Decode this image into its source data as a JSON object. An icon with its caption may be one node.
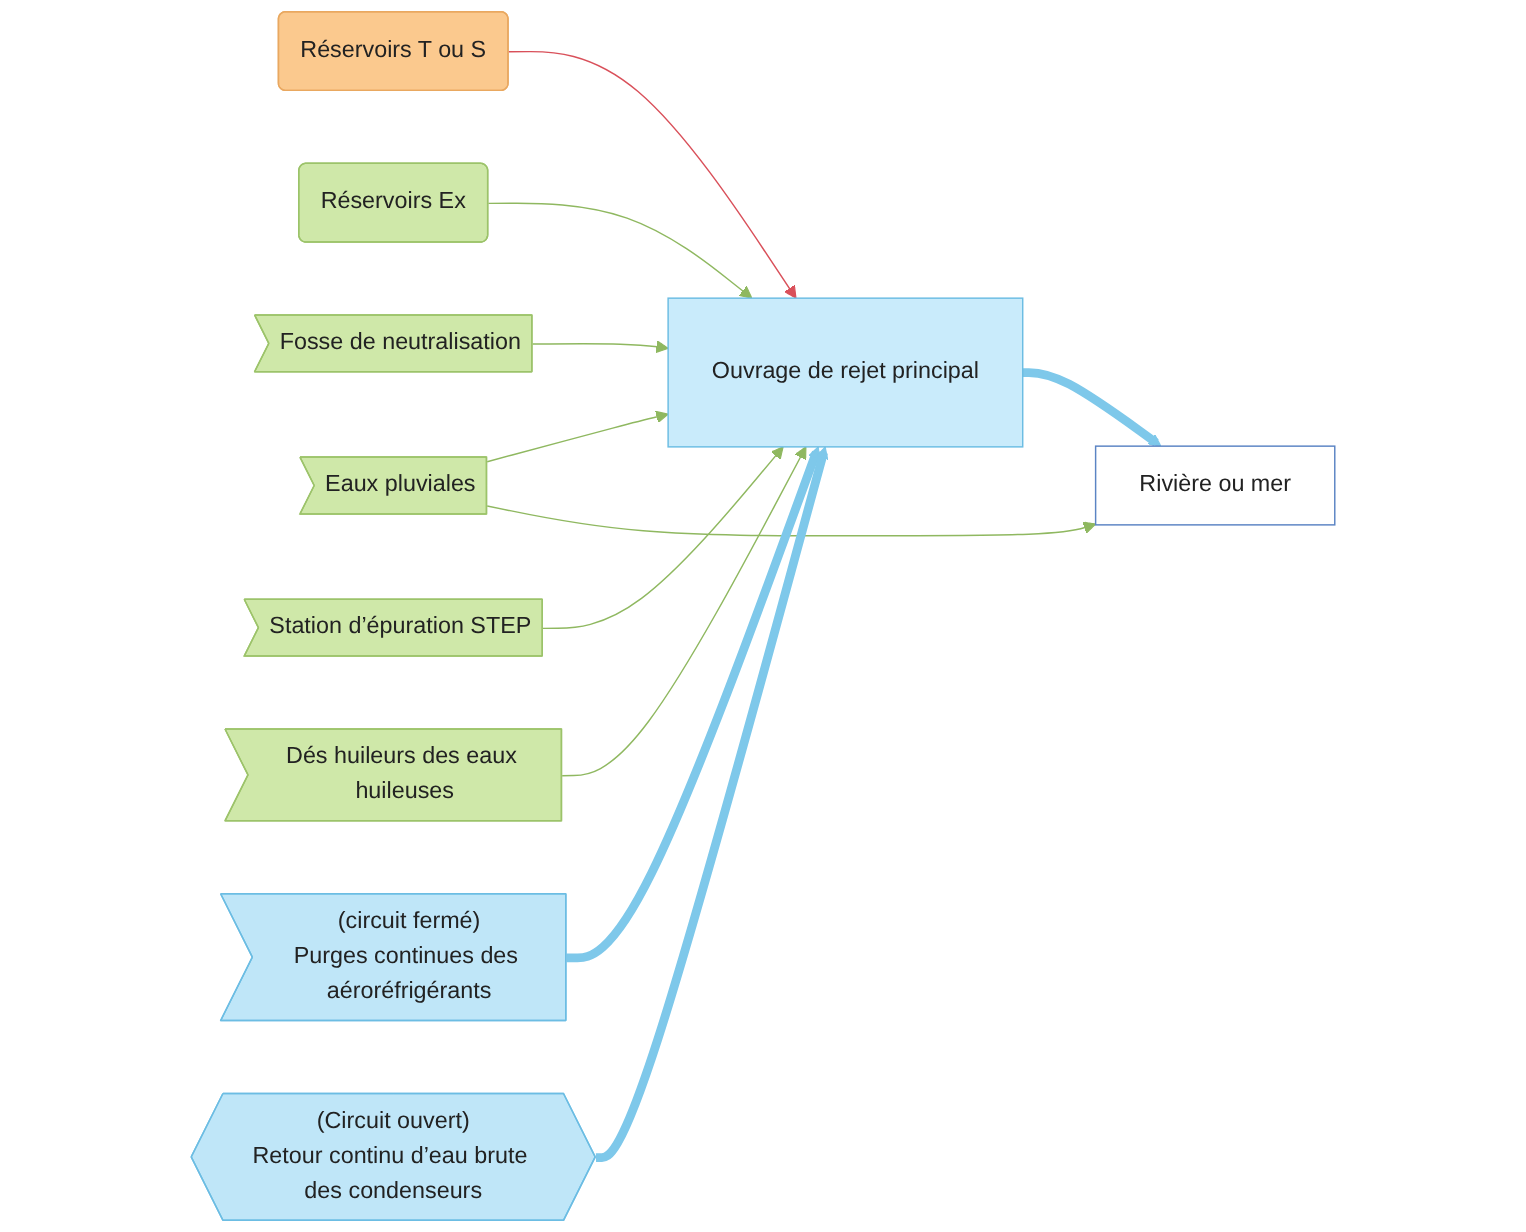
{
  "diagram": {
    "nodes": [
      {
        "text": [
          "Réservoirs T ou S"
        ]
      },
      {
        "text": [
          "Réservoirs Ex"
        ]
      },
      {
        "text": [
          "Fosse de neutralisation"
        ]
      },
      {
        "text": [
          "Station d’épuration STEP"
        ]
      },
      {
        "text": [
          "Dés huileurs des eaux huileuses"
        ]
      },
      {
        "text": [
          "Eaux pluviales"
        ]
      },
      {
        "text": [
          "(circuit fermé)",
          "Purges continues des aéroréfrigérants"
        ]
      },
      {
        "text": [
          "(Circuit ouvert)",
          "Retour continu d’eau brute des condenseurs"
        ]
      },
      {
        "text": [
          "Ouvrage de rejet principal"
        ]
      },
      {
        "text": [
          "Rivière ou mer"
        ]
      }
    ],
    "edges": [
      {
        "from": 0,
        "to": 8,
        "arrow": "to",
        "color": "#d9505a"
      },
      {
        "from": 1,
        "to": 8,
        "arrow": "to"
      },
      {
        "from": 2,
        "to": 8,
        "arrow": "to"
      },
      {
        "from": 3,
        "to": 8,
        "arrow": "to"
      },
      {
        "from": 4,
        "to": 8,
        "arrow": "to"
      },
      {
        "from": 5,
        "to": 8,
        "arrow": "to"
      },
      {
        "from": 5,
        "to": 9,
        "arrow": "to"
      },
      {
        "from": 6,
        "to": 8,
        "arrow": "to",
        "style": "thick",
        "color": "#7ec8ea"
      },
      {
        "from": 7,
        "to": 8,
        "arrow": "to",
        "style": "thick",
        "color": "#7ec8ea"
      },
      {
        "from": 8,
        "to": 9,
        "arrow": "to",
        "style": "thick",
        "color": "#7ec8ea"
      }
    ]
  }
}
